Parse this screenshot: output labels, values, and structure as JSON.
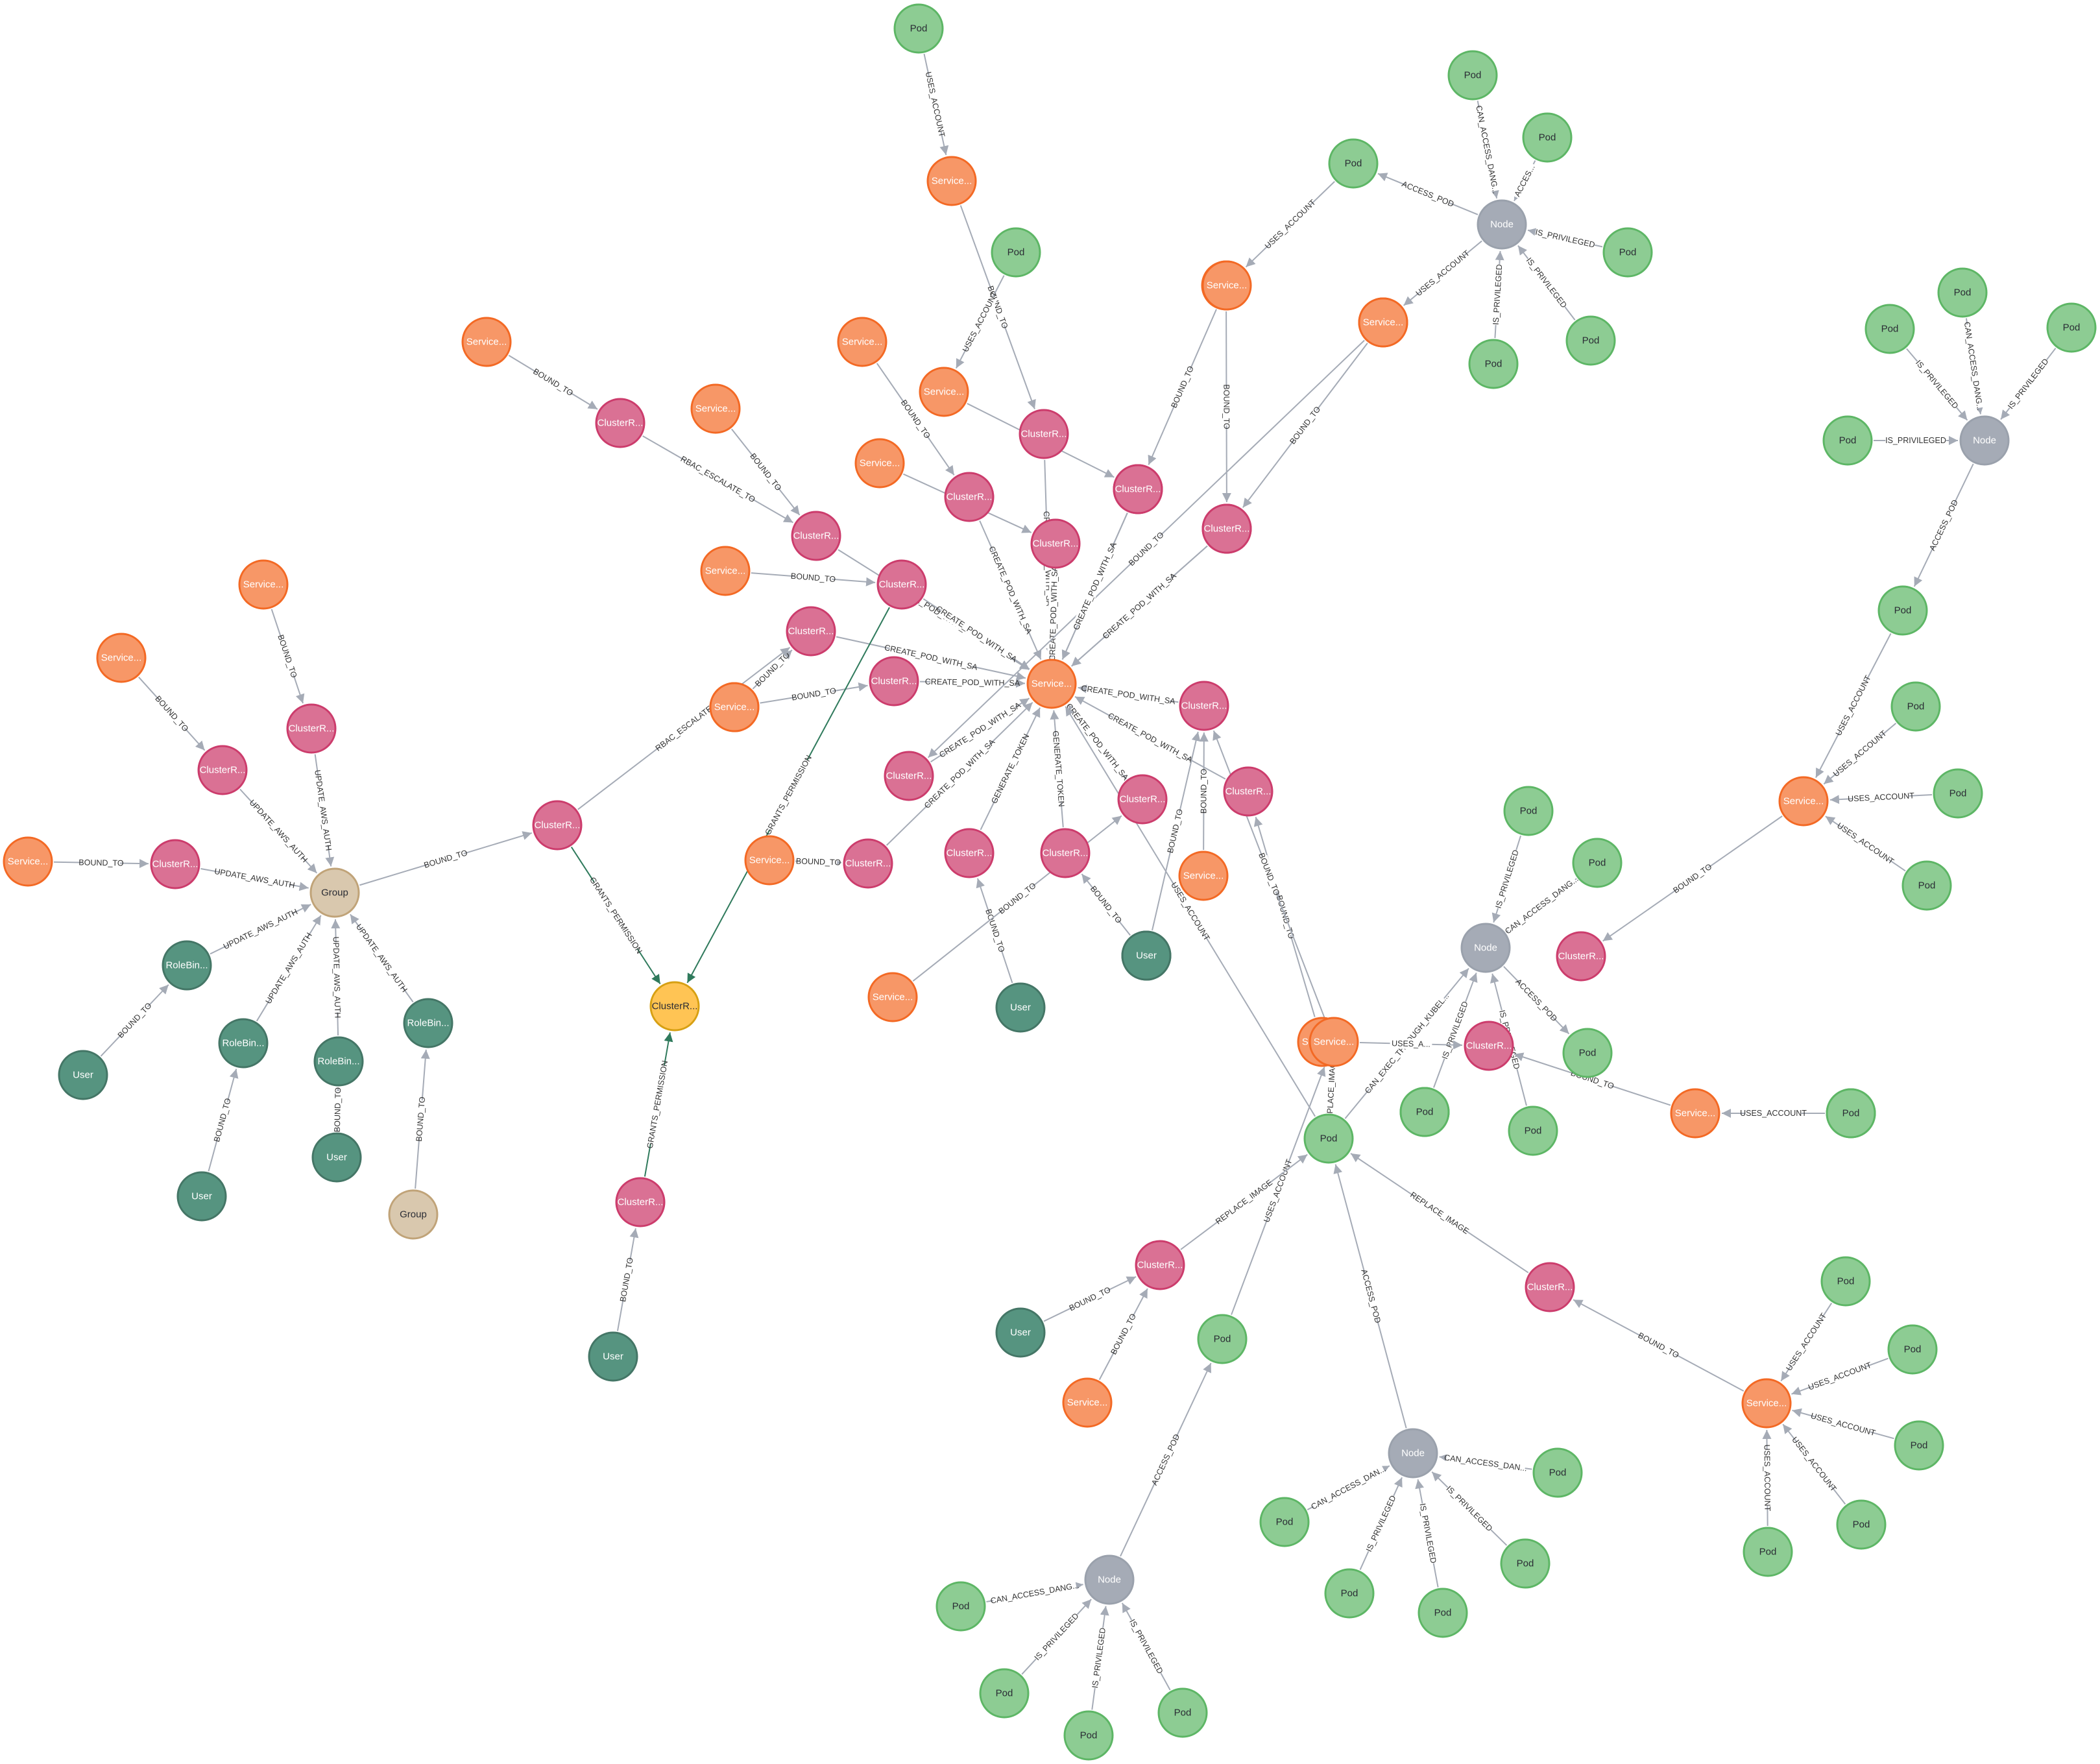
{
  "node_types": {
    "Pod": {
      "fill": "#8dcc93",
      "stroke": "#5db665",
      "text": "#2a2c34"
    },
    "Service": {
      "fill": "#f79767",
      "stroke": "#f36924",
      "text": "#ffffff"
    },
    "ClusterR": {
      "fill": "#da7194",
      "stroke": "#cc3c6c",
      "text": "#ffffff"
    },
    "Node": {
      "fill": "#a5abb6",
      "stroke": "#9aa1ac",
      "text": "#ffffff"
    },
    "Group": {
      "fill": "#d9c8ae",
      "stroke": "#c0a378",
      "text": "#2a2c34"
    },
    "User": {
      "fill": "#569480",
      "stroke": "#447666",
      "text": "#ffffff"
    },
    "RoleBin": {
      "fill": "#569480",
      "stroke": "#447666",
      "text": "#ffffff"
    },
    "ClusterRoleTarget": {
      "fill": "#ffc454",
      "stroke": "#d7a013",
      "text": "#2a2c34"
    }
  },
  "colors": {
    "edge": "#a5abb6",
    "edge_label": "#333333",
    "highlight_edge": "#4c8eda"
  },
  "nodes": [
    {
      "id": "hub",
      "type": "Service",
      "label": "Service..."
    },
    {
      "id": "target",
      "type": "ClusterRoleTarget",
      "label": "ClusterR..."
    },
    {
      "id": "group1",
      "type": "Group",
      "label": "Group"
    },
    {
      "id": "group2",
      "type": "Group",
      "label": "Group"
    },
    {
      "id": "p_top",
      "type": "Pod",
      "label": "Pod"
    },
    {
      "id": "s_top",
      "type": "Service",
      "label": "Service..."
    },
    {
      "id": "cr_top",
      "type": "ClusterR",
      "label": "ClusterR..."
    },
    {
      "id": "p_top2",
      "type": "Pod",
      "label": "Pod"
    },
    {
      "id": "s_top2",
      "type": "Service",
      "label": "Service..."
    },
    {
      "id": "cr_a",
      "type": "ClusterR",
      "label": "ClusterR..."
    },
    {
      "id": "s_a",
      "type": "Service",
      "label": "Service..."
    },
    {
      "id": "s_b",
      "type": "Service",
      "label": "Service..."
    },
    {
      "id": "cr_b",
      "type": "ClusterR",
      "label": "ClusterR..."
    },
    {
      "id": "s_c",
      "type": "Service",
      "label": "Service..."
    },
    {
      "id": "cr_c",
      "type": "ClusterR",
      "label": "ClusterR..."
    },
    {
      "id": "s_d",
      "type": "Service",
      "label": "Service..."
    },
    {
      "id": "cr_d",
      "type": "ClusterR",
      "label": "ClusterR..."
    },
    {
      "id": "s_e",
      "type": "Service",
      "label": "Service..."
    },
    {
      "id": "cr_e",
      "type": "ClusterR",
      "label": "ClusterR..."
    },
    {
      "id": "s_f",
      "type": "Service",
      "label": "Service..."
    },
    {
      "id": "cr_f",
      "type": "ClusterR",
      "label": "ClusterR..."
    },
    {
      "id": "s_g",
      "type": "Service",
      "label": "Service..."
    },
    {
      "id": "cr_g",
      "type": "ClusterR",
      "label": "ClusterR..."
    },
    {
      "id": "cr_h",
      "type": "ClusterR",
      "label": "ClusterR..."
    },
    {
      "id": "s_h",
      "type": "Service",
      "label": "Service..."
    },
    {
      "id": "cr_i",
      "type": "ClusterR",
      "label": "ClusterR..."
    },
    {
      "id": "s_i",
      "type": "Service",
      "label": "Service..."
    },
    {
      "id": "cr_j",
      "type": "ClusterR",
      "label": "ClusterR..."
    },
    {
      "id": "s_j",
      "type": "Service",
      "label": "Service..."
    },
    {
      "id": "cr_k",
      "type": "ClusterR",
      "label": "ClusterR..."
    },
    {
      "id": "user_k",
      "type": "User",
      "label": "User"
    },
    {
      "id": "cr_l",
      "type": "ClusterR",
      "label": "ClusterR..."
    },
    {
      "id": "user_l",
      "type": "User",
      "label": "User"
    },
    {
      "id": "cr_m",
      "type": "ClusterR",
      "label": "ClusterR..."
    },
    {
      "id": "s_m",
      "type": "Service",
      "label": "Service..."
    },
    {
      "id": "cr_n",
      "type": "ClusterR",
      "label": "ClusterR..."
    },
    {
      "id": "s_n",
      "type": "Service",
      "label": "Service..."
    },
    {
      "id": "cr_o",
      "type": "ClusterR",
      "label": "ClusterR..."
    },
    {
      "id": "cr_p",
      "type": "ClusterR",
      "label": "ClusterR..."
    },
    {
      "id": "s_p",
      "type": "Service",
      "label": "Service..."
    },
    {
      "id": "cr_grant",
      "type": "ClusterR",
      "label": "ClusterR..."
    },
    {
      "id": "cr_grant2",
      "type": "ClusterR",
      "label": "ClusterR..."
    },
    {
      "id": "user_grant2",
      "type": "User",
      "label": "User"
    },
    {
      "id": "user_q",
      "type": "User",
      "label": "User"
    },
    {
      "id": "s_g1",
      "type": "Service",
      "label": "Service..."
    },
    {
      "id": "cr_g1",
      "type": "ClusterR",
      "label": "ClusterR..."
    },
    {
      "id": "s_g2",
      "type": "Service",
      "label": "Service..."
    },
    {
      "id": "cr_g2",
      "type": "ClusterR",
      "label": "ClusterR..."
    },
    {
      "id": "s_g3",
      "type": "Service",
      "label": "Service..."
    },
    {
      "id": "cr_g3",
      "type": "ClusterR",
      "label": "ClusterR..."
    },
    {
      "id": "rb1",
      "type": "RoleBin",
      "label": "RoleBin..."
    },
    {
      "id": "u_rb1",
      "type": "User",
      "label": "User"
    },
    {
      "id": "rb2",
      "type": "RoleBin",
      "label": "RoleBin..."
    },
    {
      "id": "u_rb2",
      "type": "User",
      "label": "User"
    },
    {
      "id": "rb3",
      "type": "RoleBin",
      "label": "RoleBin..."
    },
    {
      "id": "u_rb3",
      "type": "User",
      "label": "User"
    },
    {
      "id": "rb4",
      "type": "RoleBin",
      "label": "RoleBin..."
    },
    {
      "id": "n1",
      "type": "Node",
      "label": "Node"
    },
    {
      "id": "n1_p1",
      "type": "Pod",
      "label": "Pod"
    },
    {
      "id": "n1_p2",
      "type": "Pod",
      "label": "Pod"
    },
    {
      "id": "n1_p3",
      "type": "Pod",
      "label": "Pod"
    },
    {
      "id": "n1_p4",
      "type": "Pod",
      "label": "Pod"
    },
    {
      "id": "n1_p5",
      "type": "Pod",
      "label": "Pod"
    },
    {
      "id": "n1_p6",
      "type": "Pod",
      "label": "Pod"
    },
    {
      "id": "n1_s1",
      "type": "Service",
      "label": "Service..."
    },
    {
      "id": "n1_s2",
      "type": "Service",
      "label": "Service..."
    },
    {
      "id": "n1_cr1",
      "type": "ClusterR",
      "label": "ClusterR..."
    },
    {
      "id": "n1_cr2",
      "type": "ClusterR",
      "label": "ClusterR..."
    },
    {
      "id": "n2",
      "type": "Node",
      "label": "Node"
    },
    {
      "id": "n2_p1",
      "type": "Pod",
      "label": "Pod"
    },
    {
      "id": "n2_p2",
      "type": "Pod",
      "label": "Pod"
    },
    {
      "id": "n2_p3",
      "type": "Pod",
      "label": "Pod"
    },
    {
      "id": "n2_p4",
      "type": "Pod",
      "label": "Pod"
    },
    {
      "id": "n2_pod",
      "type": "Pod",
      "label": "Pod"
    },
    {
      "id": "n2_svc",
      "type": "Service",
      "label": "Service..."
    },
    {
      "id": "n2_sp1",
      "type": "Pod",
      "label": "Pod"
    },
    {
      "id": "n2_sp2",
      "type": "Pod",
      "label": "Pod"
    },
    {
      "id": "n2_sp3",
      "type": "Pod",
      "label": "Pod"
    },
    {
      "id": "n2_sp4",
      "type": "Pod",
      "label": "Pod"
    },
    {
      "id": "n2_cr",
      "type": "ClusterR",
      "label": "ClusterR..."
    },
    {
      "id": "n3",
      "type": "Node",
      "label": "Node"
    },
    {
      "id": "n3_p1",
      "type": "Pod",
      "label": "Pod"
    },
    {
      "id": "n3_p2",
      "type": "Pod",
      "label": "Pod"
    },
    {
      "id": "n3_p3",
      "type": "Pod",
      "label": "Pod"
    },
    {
      "id": "n3_p4",
      "type": "Pod",
      "label": "Pod"
    },
    {
      "id": "n3_p5",
      "type": "Pod",
      "label": "Pod"
    },
    {
      "id": "n3_cr",
      "type": "ClusterR",
      "label": "ClusterR..."
    },
    {
      "id": "n3_s1",
      "type": "Service",
      "label": "Service..."
    },
    {
      "id": "n3_s2",
      "type": "Service",
      "label": "Service..."
    },
    {
      "id": "n3_sp",
      "type": "Pod",
      "label": "Pod"
    },
    {
      "id": "n3_svc_pod",
      "type": "Pod",
      "label": "Pod"
    },
    {
      "id": "bigpod",
      "type": "Pod",
      "label": "Pod"
    },
    {
      "id": "cr_ri1",
      "type": "ClusterR",
      "label": "ClusterR..."
    },
    {
      "id": "user_ri1",
      "type": "User",
      "label": "User"
    },
    {
      "id": "s_ri1",
      "type": "Service",
      "label": "Service..."
    },
    {
      "id": "cr_ri2",
      "type": "ClusterR",
      "label": "ClusterR..."
    },
    {
      "id": "s_ri2",
      "type": "Service",
      "label": "Service..."
    },
    {
      "id": "s_ri2_p1",
      "type": "Pod",
      "label": "Pod"
    },
    {
      "id": "s_ri2_p2",
      "type": "Pod",
      "label": "Pod"
    },
    {
      "id": "s_ri2_p3",
      "type": "Pod",
      "label": "Pod"
    },
    {
      "id": "s_ri2_p4",
      "type": "Pod",
      "label": "Pod"
    },
    {
      "id": "s_ri2_p5",
      "type": "Pod",
      "label": "Pod"
    },
    {
      "id": "pod_mid",
      "type": "Pod",
      "label": "Pod"
    },
    {
      "id": "n4",
      "type": "Node",
      "label": "Node"
    },
    {
      "id": "n4_p1",
      "type": "Pod",
      "label": "Pod"
    },
    {
      "id": "n4_p2",
      "type": "Pod",
      "label": "Pod"
    },
    {
      "id": "n4_p3",
      "type": "Pod",
      "label": "Pod"
    },
    {
      "id": "n4_p4",
      "type": "Pod",
      "label": "Pod"
    },
    {
      "id": "n4_p5",
      "type": "Pod",
      "label": "Pod"
    },
    {
      "id": "n5",
      "type": "Node",
      "label": "Node"
    },
    {
      "id": "n5_p1",
      "type": "Pod",
      "label": "Pod"
    },
    {
      "id": "n5_p2",
      "type": "Pod",
      "label": "Pod"
    },
    {
      "id": "n5_p3",
      "type": "Pod",
      "label": "Pod"
    },
    {
      "id": "n5_p4",
      "type": "Pod",
      "label": "Pod"
    }
  ],
  "edges": [
    {
      "s": "p_top",
      "t": "s_top",
      "label": "USES_ACCOUNT"
    },
    {
      "s": "s_top",
      "t": "cr_top",
      "label": "BOUND_TO"
    },
    {
      "s": "cr_top",
      "t": "hub",
      "label": "CREATE_POD_WITH_SA"
    },
    {
      "s": "p_top2",
      "t": "s_top2",
      "label": "USES_ACCOUNT"
    },
    {
      "s": "s_top2",
      "t": "cr_h",
      "label": "BOUND_TO"
    },
    {
      "s": "s_a",
      "t": "cr_a",
      "label": "BOUND_TO"
    },
    {
      "s": "cr_a",
      "t": "cr_b",
      "label": "RBAC_ESCALATE_TO"
    },
    {
      "s": "s_b",
      "t": "cr_b",
      "label": "BOUND_TO"
    },
    {
      "s": "cr_b",
      "t": "hub",
      "label": "CREATE_POD_WITH_SA"
    },
    {
      "s": "s_c",
      "t": "cr_c",
      "label": "BOUND_TO"
    },
    {
      "s": "cr_c",
      "t": "hub",
      "label": "CREATE_POD_WITH_SA"
    },
    {
      "s": "s_d",
      "t": "cr_d",
      "label": "BOUND_TO"
    },
    {
      "s": "cr_d",
      "t": "hub",
      "label": "CREATE_POD_WITH_SA"
    },
    {
      "s": "s_e",
      "t": "cr_e",
      "label": "BOUND_TO"
    },
    {
      "s": "cr_e",
      "t": "hub",
      "label": "CREATE_POD_WITH_SA"
    },
    {
      "s": "s_f",
      "t": "cr_f",
      "label": "BOUND_TO"
    },
    {
      "s": "cr_f",
      "t": "hub",
      "label": "CREATE_POD_WITH_SA"
    },
    {
      "s": "s_g",
      "t": "cr_g",
      "label": "BOUND_TO"
    },
    {
      "s": "cr_g",
      "t": "hub",
      "label": "CREATE_POD_WITH_SA"
    },
    {
      "s": "cr_h",
      "t": "hub",
      "label": "CREATE_POD_WITH_SA"
    },
    {
      "s": "s_h",
      "t": "cr_i",
      "label": "BOUND_TO"
    },
    {
      "s": "cr_i",
      "t": "hub",
      "label": "CREATE_POD_WITH_SA"
    },
    {
      "s": "s_i",
      "t": "cr_j",
      "label": "BOUND_TO"
    },
    {
      "s": "cr_j",
      "t": "hub",
      "label": "CREATE_POD_WITH_SA"
    },
    {
      "s": "s_j",
      "t": "cr_k",
      "label": "BOUND_TO"
    },
    {
      "s": "cr_k",
      "t": "hub",
      "label": "CREATE_POD_WITH_SA"
    },
    {
      "s": "user_k",
      "t": "cr_l",
      "label": "BOUND_TO"
    },
    {
      "s": "cr_l",
      "t": "hub",
      "label": "GENERATE_TOKEN"
    },
    {
      "s": "user_l",
      "t": "cr_m",
      "label": "BOUND_TO"
    },
    {
      "s": "cr_m",
      "t": "hub",
      "label": "GENERATE_TOKEN"
    },
    {
      "s": "s_m",
      "t": "cr_n",
      "label": "BOUND_TO"
    },
    {
      "s": "cr_n",
      "t": "hub",
      "label": "CREATE_POD_WITH_SA"
    },
    {
      "s": "s_n",
      "t": "cr_o",
      "label": "BOUND_TO"
    },
    {
      "s": "cr_o",
      "t": "hub",
      "label": "CREATE_POD_WITH_SA"
    },
    {
      "s": "cr_p",
      "t": "hub",
      "label": "CREATE_POD_WITH_SA"
    },
    {
      "s": "s_p",
      "t": "cr_p",
      "label": "BOUND_TO"
    },
    {
      "s": "cr_grant",
      "t": "target",
      "label": "GRANTS_PERMISSION"
    },
    {
      "s": "cr_grant",
      "t": "cr_f",
      "label": "RBAC_ESCALATE"
    },
    {
      "s": "cr_e",
      "t": "target",
      "label": "GRANTS_PERMISSION"
    },
    {
      "s": "cr_grant2",
      "t": "target",
      "label": "GRANTS_PERMISSION"
    },
    {
      "s": "user_grant2",
      "t": "cr_grant2",
      "label": "BOUND_TO"
    },
    {
      "s": "group1",
      "t": "cr_grant",
      "label": "BOUND_TO"
    },
    {
      "s": "user_q",
      "t": "cr_o",
      "label": "BOUND_TO"
    },
    {
      "s": "s_g1",
      "t": "cr_g1",
      "label": "BOUND_TO"
    },
    {
      "s": "cr_g1",
      "t": "group1",
      "label": "UPDATE_AWS_AUTH"
    },
    {
      "s": "s_g2",
      "t": "cr_g2",
      "label": "BOUND_TO"
    },
    {
      "s": "cr_g2",
      "t": "group1",
      "label": "UPDATE_AWS_AUTH"
    },
    {
      "s": "s_g3",
      "t": "cr_g3",
      "label": "BOUND_TO"
    },
    {
      "s": "cr_g3",
      "t": "group1",
      "label": "UPDATE_AWS_AUTH"
    },
    {
      "s": "rb1",
      "t": "group1",
      "label": "UPDATE_AWS_AUTH"
    },
    {
      "s": "u_rb1",
      "t": "rb1",
      "label": "BOUND_TO"
    },
    {
      "s": "rb2",
      "t": "group1",
      "label": "UPDATE_AWS_AUTH"
    },
    {
      "s": "u_rb2",
      "t": "rb2",
      "label": "BOUND_TO"
    },
    {
      "s": "rb3",
      "t": "group1",
      "label": "UPDATE_AWS_AUTH"
    },
    {
      "s": "u_rb3",
      "t": "rb4",
      "label": "BOUND_TO"
    },
    {
      "s": "rb4",
      "t": "group1",
      "label": "UPDATE_AWS_AUTH"
    },
    {
      "s": "group2",
      "t": "rb3",
      "label": "BOUND_TO"
    },
    {
      "s": "n1_p1",
      "t": "n1",
      "label": "CAN_ACCESS_DANG..."
    },
    {
      "s": "n1_p2",
      "t": "n1",
      "label": "ACCES..."
    },
    {
      "s": "n1",
      "t": "n1_p3",
      "label": "ACCESS_POD"
    },
    {
      "s": "n1_p4",
      "t": "n1",
      "label": "IS_PRIVILEGED"
    },
    {
      "s": "n1_p5",
      "t": "n1",
      "label": "IS_PRIVILEGED"
    },
    {
      "s": "n1_p6",
      "t": "n1",
      "label": "IS_PRIVILEGED"
    },
    {
      "s": "n1_p3",
      "t": "n1_s1",
      "label": "USES_ACCOUNT"
    },
    {
      "s": "n1_s1",
      "t": "n1_cr1",
      "label": "BOUND_TO"
    },
    {
      "s": "n1_cr1",
      "t": "hub",
      "label": "CREATE_POD_WITH_SA"
    },
    {
      "s": "n1",
      "t": "n1_s2",
      "label": "USES_ACCOUNT"
    },
    {
      "s": "n1_s2",
      "t": "n1_cr2",
      "label": "BOUND_TO"
    },
    {
      "s": "n1_cr2",
      "t": "hub",
      "label": "CREATE_POD_WITH_SA"
    },
    {
      "s": "n2_p1",
      "t": "n2",
      "label": "IS_PRIVILEGED"
    },
    {
      "s": "n2_p2",
      "t": "n2",
      "label": "CAN_ACCESS_DANG..."
    },
    {
      "s": "n2_p3",
      "t": "n2",
      "label": "IS_PRIVILEGED"
    },
    {
      "s": "n2_p4",
      "t": "n2",
      "label": "IS_PRIVILEGED"
    },
    {
      "s": "n2",
      "t": "n2_pod",
      "label": "ACCESS_POD"
    },
    {
      "s": "n2_pod",
      "t": "n2_svc",
      "label": "USES_ACCOUNT"
    },
    {
      "s": "n2_sp1",
      "t": "n2_svc",
      "label": "USES_ACCOUNT"
    },
    {
      "s": "n2_sp2",
      "t": "n2_svc",
      "label": "USES_ACCOUNT"
    },
    {
      "s": "n2_sp3",
      "t": "n2_svc",
      "label": "USES_ACCOUNT"
    },
    {
      "s": "n2_svc",
      "t": "n2_cr",
      "label": "BOUND_TO"
    },
    {
      "s": "n3_p1",
      "t": "n3",
      "label": "IS_PRIVILEGED"
    },
    {
      "s": "n3_p2",
      "t": "n3",
      "label": "CAN_ACCESS_DANG..."
    },
    {
      "s": "n3",
      "t": "n3_p3",
      "label": "ACCESS_POD"
    },
    {
      "s": "n3_p4",
      "t": "n3",
      "label": "IS_PRIVILEGED"
    },
    {
      "s": "n3_p5",
      "t": "n3",
      "label": "IS_PRIVILEGED"
    },
    {
      "s": "n3_s1",
      "t": "n3_cr",
      "label": "BOUND_TO"
    },
    {
      "s": "n3_sp",
      "t": "n3_s1",
      "label": "USES_ACCOUNT"
    },
    {
      "s": "bigpod",
      "t": "n3",
      "label": "CAN_EXEC_THROUGH_KUBEL..."
    },
    {
      "s": "n3_s2",
      "t": "n3_cr",
      "label": "USES_A..."
    },
    {
      "s": "n3_s2",
      "t": "cr_o",
      "label": "BOUND_TO"
    },
    {
      "s": "n4",
      "t": "bigpod",
      "label": "ACCESS_POD"
    },
    {
      "s": "n4_p1",
      "t": "n4",
      "label": "CAN_ACCESS_DAN..."
    },
    {
      "s": "n4_p2",
      "t": "n4",
      "label": "IS_PRIVILEGED"
    },
    {
      "s": "n4_p3",
      "t": "n4",
      "label": "IS_PRIVILEGED"
    },
    {
      "s": "n4_p4",
      "t": "n4",
      "label": "IS_PRIVILEGED"
    },
    {
      "s": "n4_p5",
      "t": "n4",
      "label": "CAN_ACCESS_DAN..."
    },
    {
      "s": "n5",
      "t": "pod_mid",
      "label": "ACCESS_POD"
    },
    {
      "s": "n5_p1",
      "t": "n5",
      "label": "CAN_ACCESS_DANG..."
    },
    {
      "s": "n5_p2",
      "t": "n5",
      "label": "IS_PRIVILEGED"
    },
    {
      "s": "n5_p3",
      "t": "n5",
      "label": "IS_PRIVILEGED"
    },
    {
      "s": "n5_p4",
      "t": "n5",
      "label": "IS_PRIVILEGED"
    },
    {
      "s": "pod_mid",
      "t": "n3_s2",
      "label": "USES_ACCOUNT"
    },
    {
      "s": "cr_ri1",
      "t": "bigpod",
      "label": "REPLACE_IMAGE"
    },
    {
      "s": "user_ri1",
      "t": "cr_ri1",
      "label": "BOUND_TO"
    },
    {
      "s": "s_ri1",
      "t": "cr_ri1",
      "label": "BOUND_TO"
    },
    {
      "s": "cr_ri2",
      "t": "bigpod",
      "label": "REPLACE_IMAGE"
    },
    {
      "s": "s_ri2",
      "t": "cr_ri2",
      "label": "BOUND_TO"
    },
    {
      "s": "s_ri2_p1",
      "t": "s_ri2",
      "label": "USES_ACCOUNT"
    },
    {
      "s": "s_ri2_p2",
      "t": "s_ri2",
      "label": "USES_ACCOUNT"
    },
    {
      "s": "s_ri2_p3",
      "t": "s_ri2",
      "label": "USES_ACCOUNT"
    },
    {
      "s": "s_ri2_p4",
      "t": "s_ri2",
      "label": "USES_ACCOUNT"
    },
    {
      "s": "s_ri2_p5",
      "t": "s_ri2",
      "label": "USES_ACCOUNT"
    },
    {
      "s": "bigpod",
      "t": "hub",
      "label": "USES_ACCOUNT"
    },
    {
      "s": "bigpod",
      "t": "n3_s2",
      "label": "REPLACE_IMAGE"
    }
  ]
}
